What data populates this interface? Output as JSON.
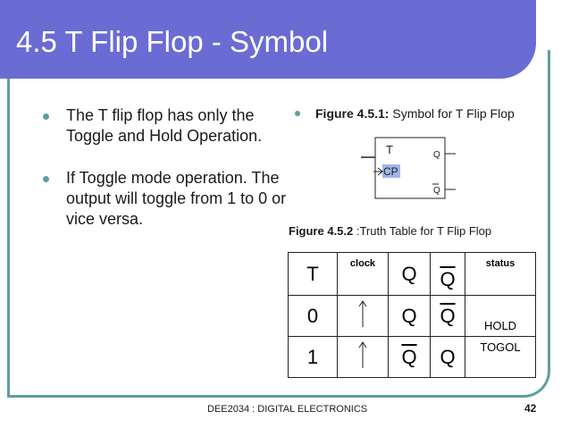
{
  "title": "4.5 T Flip Flop - Symbol",
  "bullets": [
    "The T flip flop has only the Toggle and Hold Operation.",
    "If Toggle mode operation. The output will toggle from 1 to 0 or vice versa."
  ],
  "figure1": {
    "label": "Figure 4.5.1:",
    "caption": " Symbol for T Flip Flop",
    "symbol": {
      "t_label": "T",
      "cp_label": "CP",
      "q_label": "Q",
      "qbar_label": "Q"
    }
  },
  "figure2": {
    "label": "Figure 4.5.2",
    "caption": " :Truth Table for T Flip Flop"
  },
  "truth_table": {
    "headers": [
      "T",
      "clock",
      "Q",
      "Q",
      "status"
    ],
    "rows": [
      [
        "0",
        "",
        "Q",
        "Q",
        "HOLD"
      ],
      [
        "1",
        "",
        "Q",
        "Q",
        "TOGOL"
      ]
    ]
  },
  "footer": "DEE2034 : DIGITAL ELECTRONICS",
  "page_number": "42",
  "colors": {
    "title_bg": "#6b6bd4",
    "accent": "#5f9ea0",
    "cp_highlight": "#9fb6e6"
  }
}
